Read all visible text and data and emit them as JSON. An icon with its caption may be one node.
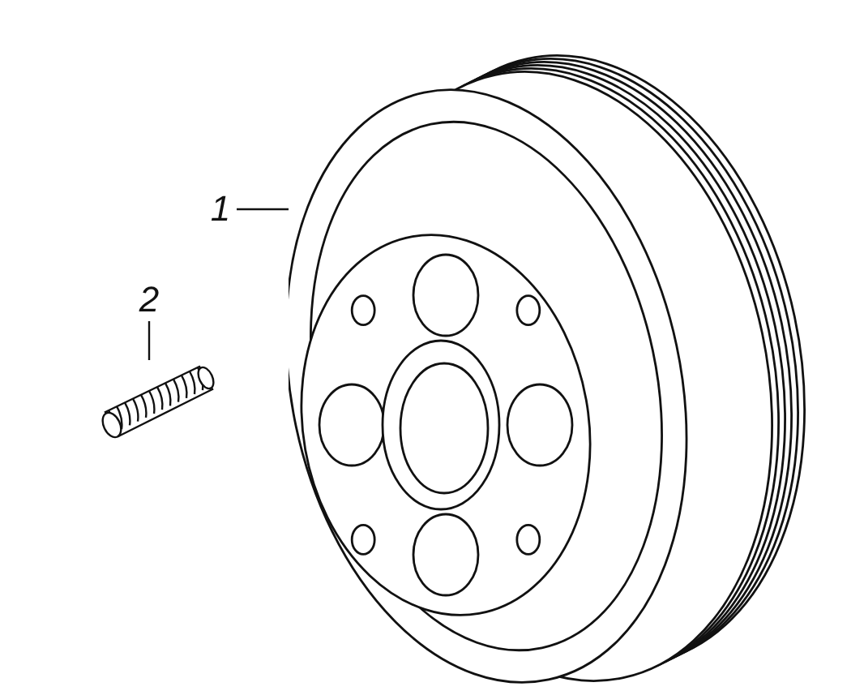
{
  "diagram": {
    "nodes": [
      {
        "text": [
          "1"
        ]
      },
      {
        "text": [],
        "shape": "picture"
      },
      {
        "text": [
          "2"
        ]
      },
      {
        "text": [],
        "shape": "picture"
      }
    ],
    "edges": [
      {
        "from": 0,
        "to": 1,
        "arrow": "none"
      },
      {
        "from": 2,
        "to": 3,
        "arrow": "none"
      }
    ]
  }
}
